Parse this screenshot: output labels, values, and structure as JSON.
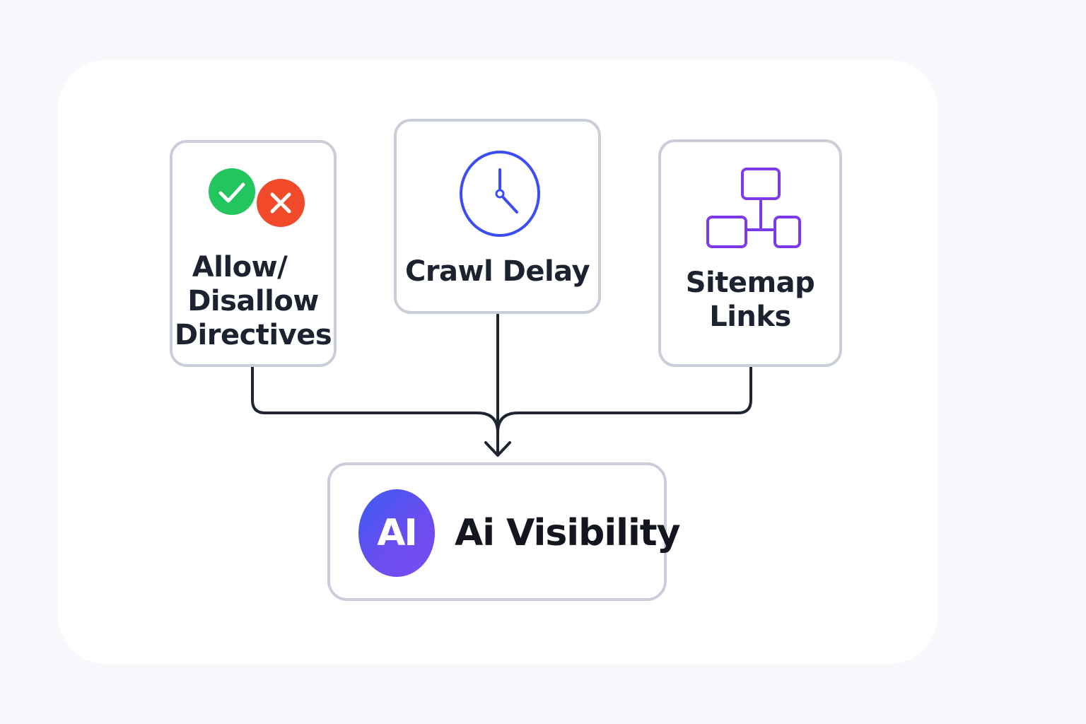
{
  "nodes": {
    "allow": {
      "label_lines": [
        "Allow/",
        "Disallow",
        "Directives"
      ],
      "icons": [
        "check-circle-icon",
        "x-circle-icon"
      ],
      "colors": {
        "check": "#22c55e",
        "x": "#f04a2a"
      }
    },
    "crawl": {
      "label": "Crawl Delay",
      "icon": "clock-icon",
      "color": "#3b4ef5"
    },
    "sitemap": {
      "label_lines": [
        "Sitemap",
        "Links"
      ],
      "icon": "sitemap-icon",
      "color": "#7c3aed"
    },
    "ai": {
      "badge": "AI",
      "title": "Ai Visibility"
    }
  },
  "edges": [
    {
      "from": "allow",
      "to": "ai"
    },
    {
      "from": "crawl",
      "to": "ai"
    },
    {
      "from": "sitemap",
      "to": "ai"
    }
  ],
  "colors": {
    "connector": "#1f2433",
    "card_border": "#c9ced9",
    "text": "#1d2230"
  }
}
